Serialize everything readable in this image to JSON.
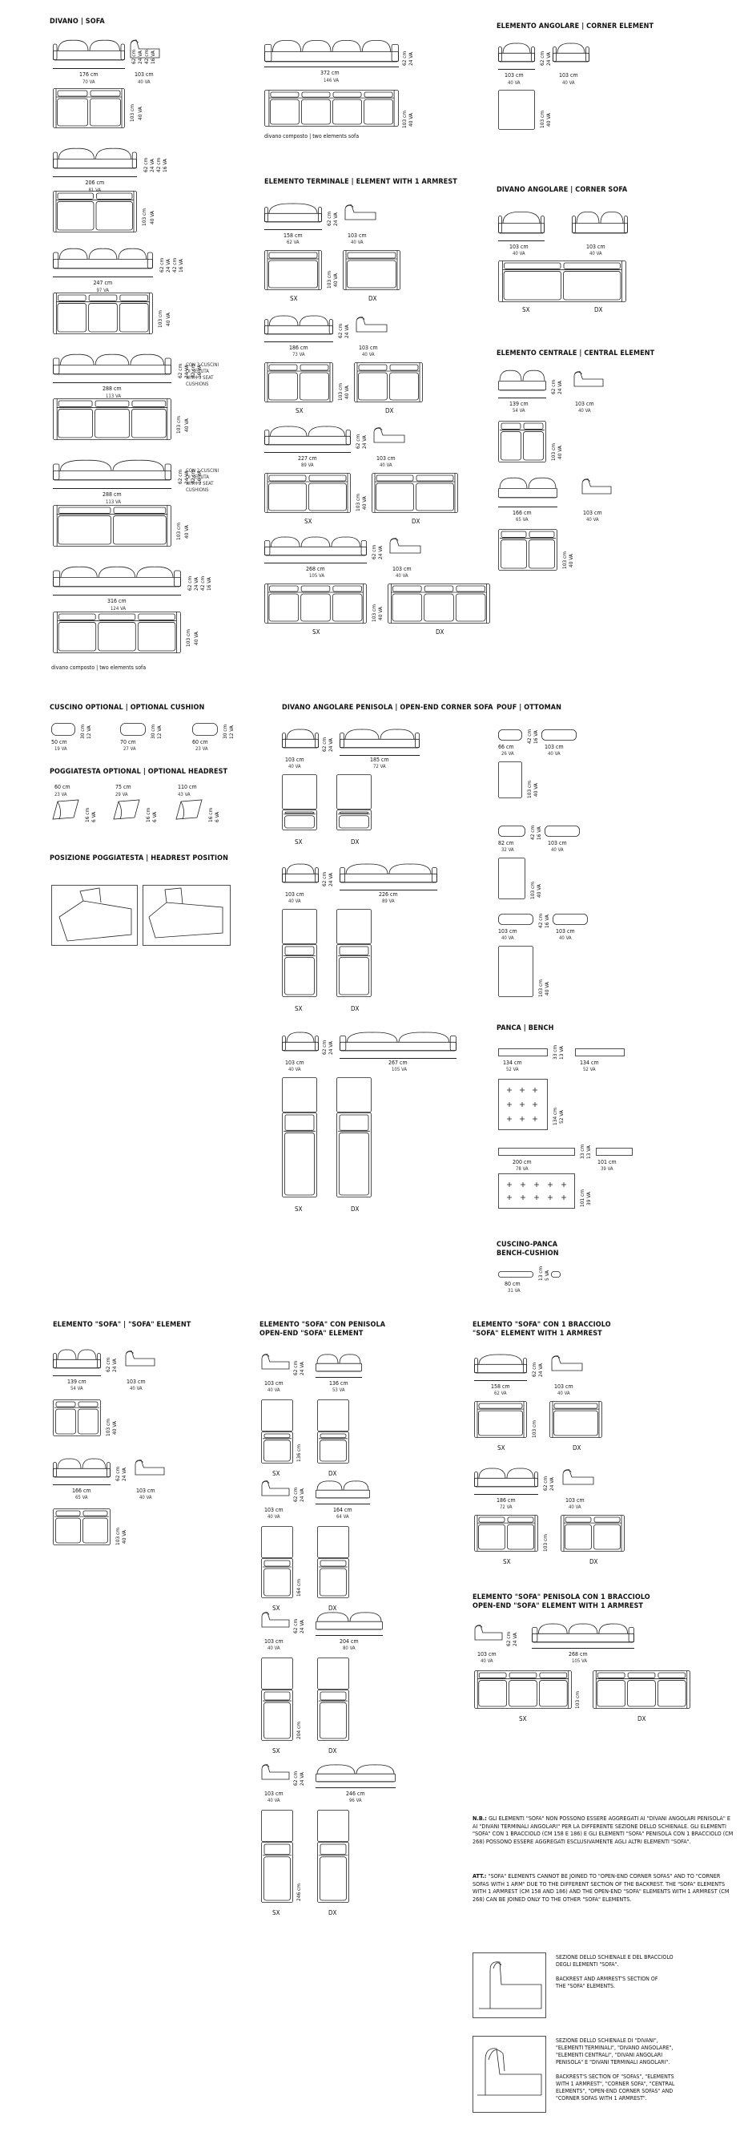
{
  "col1": {
    "title": "DIVANO | SOFA",
    "rows": [
      {
        "top_w": "176 cm",
        "top_w_in": "70 VA",
        "side_w": "103 cm",
        "side_w_in": "40 VA",
        "hs": [
          "62 cm",
          "24 VA",
          "42 cm",
          "16 VA"
        ],
        "plan_h": "103 cm",
        "plan_h_in": "40 VA"
      },
      {
        "top_w": "206 cm",
        "top_w_in": "81 VA",
        "hs": [
          "62 cm",
          "24 VA",
          "42 cm",
          "16 VA"
        ],
        "plan_h": "103 cm",
        "plan_h_in": "40 VA"
      },
      {
        "top_w": "247 cm",
        "top_w_in": "97 VA",
        "hs": [
          "62 cm",
          "24 VA",
          "42 cm",
          "16 VA"
        ],
        "plan_h": "103 cm",
        "plan_h_in": "40 VA"
      },
      {
        "top_w": "288 cm",
        "top_w_in": "113 VA",
        "hs": [
          "62 cm",
          "24 VA",
          "42 cm",
          "16 VA"
        ],
        "plan_h": "103 cm",
        "plan_h_in": "40 VA",
        "note": [
          "CON 3 CUSCINI",
          "DI SEDUTA",
          "WITH 3 SEAT",
          "CUSHIONS"
        ]
      },
      {
        "top_w": "288 cm",
        "top_w_in": "113 VA",
        "hs": [
          "62 cm",
          "24 VA",
          "42 cm",
          "16 VA"
        ],
        "plan_h": "103 cm",
        "plan_h_in": "40 VA",
        "note": [
          "CON 2 CUSCINI",
          "DI SEDUTA",
          "WITH 2 SEAT",
          "CUSHIONS"
        ]
      },
      {
        "top_w": "316 cm",
        "top_w_in": "124 VA",
        "hs": [
          "62 cm",
          "24 VA",
          "42 cm",
          "16 VA"
        ],
        "plan_h": "103 cm",
        "plan_h_in": "40 VA"
      }
    ],
    "caption": "divano composto | two elements sofa"
  },
  "col2": {
    "sofa372": {
      "w": "372 cm",
      "w_in": "146 VA",
      "caption": "divano composto | two elements sofa"
    },
    "terminal_title": "ELEMENTO TERMINALE | ELEMENT WITH 1 ARMREST",
    "terminals": [
      {
        "w": "158 cm",
        "w_in": "62 VA"
      },
      {
        "w": "186 cm",
        "w_in": "73 VA"
      },
      {
        "w": "227 cm",
        "w_in": "89 VA"
      },
      {
        "w": "268 cm",
        "w_in": "105 VA"
      }
    ],
    "side_w": "103 cm",
    "side_w_in": "40 VA",
    "sx": "SX",
    "dx": "DX"
  },
  "col3": {
    "corner_el_title": "ELEMENTO ANGOLARE | CORNER ELEMENT",
    "corner_sofa_title": "DIVANO ANGOLARE | CORNER SOFA",
    "central_title": "ELEMENTO CENTRALE | CENTRAL ELEMENT",
    "w103": "103 cm",
    "w103_in": "40 VA",
    "w139": "139 cm",
    "w139_in": "54 VA",
    "w166": "166 cm",
    "w166_in": "65 VA"
  },
  "mid": {
    "cushion_title": "CUSCINO OPTIONAL | OPTIONAL CUSHION",
    "cushions": [
      {
        "w": "50 cm",
        "w_in": "19 VA"
      },
      {
        "w": "70 cm",
        "w_in": "27 VA"
      },
      {
        "w": "60 cm",
        "w_in": "23 VA"
      }
    ],
    "headrest_title": "POGGIATESTA OPTIONAL | OPTIONAL HEADREST",
    "headrests": [
      {
        "w": "60 cm",
        "w_in": "23 VA"
      },
      {
        "w": "75 cm",
        "w_in": "29 VA"
      },
      {
        "w": "110 cm",
        "w_in": "43 VA"
      }
    ],
    "pos_title": "POSIZIONE POGGIATESTA | HEADREST POSITION",
    "open_title": "DIVANO ANGOLARE PENISOLA | OPEN-END CORNER SOFA",
    "open_rows": [
      {
        "w": "185 cm",
        "w_in": "72 VA"
      },
      {
        "w": "226 cm",
        "w_in": "89 VA"
      },
      {
        "w": "267 cm",
        "w_in": "105 VA"
      }
    ],
    "pouf_title": "POUF | OTTOMAN",
    "poufs": [
      {
        "w": "66 cm",
        "w_in": "26 VA"
      },
      {
        "w": "82 cm",
        "w_in": "32 VA"
      },
      {
        "w": "103 cm",
        "w_in": "40 VA"
      }
    ],
    "bench_title": "PANCA | BENCH",
    "bench": [
      {
        "w": "134 cm",
        "w_in": "52 VA"
      },
      {
        "w": "200 cm",
        "w_in": "78 VA"
      },
      {
        "w": "101 cm",
        "w_in": "39 VA"
      }
    ],
    "bench_cushion_title": [
      "CUSCINO-PANCA",
      "BENCH-CUSHION"
    ],
    "bench_cushion": {
      "w": "80 cm",
      "w_in": "31 VA"
    }
  },
  "bottom": {
    "sofa_el_title": "ELEMENTO \"SOFA\" | \"SOFA\" ELEMENT",
    "sofa_el": [
      {
        "w": "139 cm",
        "w_in": "54 VA"
      },
      {
        "w": "166 cm",
        "w_in": "65 VA"
      }
    ],
    "pen_title": [
      "ELEMENTO \"SOFA\" CON PENISOLA",
      "OPEN-END \"SOFA\" ELEMENT"
    ],
    "pen": [
      {
        "w": "136 cm",
        "w_in": "53 VA"
      },
      {
        "w": "164 cm",
        "w_in": "64 VA"
      },
      {
        "w": "204 cm",
        "w_in": "80 VA"
      },
      {
        "w": "246 cm",
        "w_in": "96 VA"
      }
    ],
    "arm_title": [
      "ELEMENTO \"SOFA\" CON 1 BRACCIOLO",
      "\"SOFA\" ELEMENT WITH 1 ARMREST"
    ],
    "arm": [
      {
        "w": "158 cm",
        "w_in": "62 VA"
      },
      {
        "w": "186 cm",
        "w_in": "72 VA"
      }
    ],
    "penarm_title": [
      "ELEMENTO \"SOFA\" PENISOLA CON 1 BRACCIOLO",
      "OPEN-END \"SOFA\" ELEMENT WITH 1 ARMREST"
    ],
    "penarm": {
      "w": "268 cm",
      "w_in": "105 VA"
    },
    "nb_it": "GLI ELEMENTI \"SOFA\" NON POSSONO ESSERE AGGREGATI AI \"DIVANI ANGOLARI PENISOLA\" E AI \"DIVANI TERMINALI ANGOLARI\" PER LA DIFFERENTE SEZIONE DELLO SCHIENALE. GLI ELEMENTI \"SOFA\" CON 1 BRACCIOLO (CM 158 E 186) E GLI ELEMENTI \"SOFA\" PENISOLA CON 1 BRACCIOLO (CM 268) POSSONO ESSERE AGGREGATI ESCLUSIVAMENTE AGLI ALTRI ELEMENTI \"SOFA\".",
    "nb_label": "N.B.:",
    "att_en": "\"SOFA\" ELEMENTS CANNOT BE JOINED TO \"OPEN-END CORNER SOFAS\" AND TO \"CORNER SOFAS WITH 1 ARM\" DUE TO THE DIFFERENT SECTION OF THE BACKREST. THE \"SOFA\" ELEMENTS WITH 1 ARMREST (CM 158 AND 186) AND THE OPEN-END \"SOFA\" ELEMENTS WITH 1 ARMREST (CM 268) CAN BE JOINED ONLY TO THE OTHER \"SOFA\" ELEMENTS.",
    "att_label": "ATT.:",
    "sec1": [
      "SEZIONE DELLO SCHIENALE E DEL BRACCIOLO",
      "DEGLI ELEMENTI \"SOFA\".",
      "",
      "BACKREST AND ARMREST'S SECTION OF",
      "THE \"SOFA\" ELEMENTS."
    ],
    "sec2": [
      "SEZIONE DELLO SCHIENALE DI \"DIVANI\",",
      "\"ELEMENTI TERMINALI\", \"DIVANO ANGOLARE\",",
      "\"ELEMENTI CENTRALI\", \"DIVANI ANGOLARI",
      "PENISOLA\" E \"DIVANI TERMINALI ANGOLARI\".",
      "",
      "BACKREST'S SECTION OF \"SOFAS\", \"ELEMENTS",
      "WITH 1 ARMREST\", \"CORNER SOFA\", \"CENTRAL",
      "ELEMENTS\", \"OPEN-END CORNER SOFAS\" AND",
      "\"CORNER SOFAS WITH 1 ARMREST\"."
    ]
  },
  "colors": {
    "ink": "#111111",
    "paper": "#ffffff"
  }
}
